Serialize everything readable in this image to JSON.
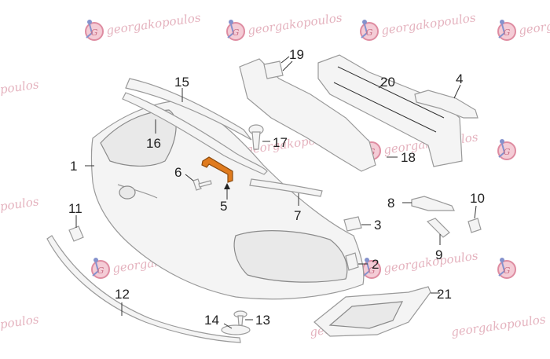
{
  "watermark": {
    "text": "georgakopoulos",
    "logo_text": "GA",
    "colors": {
      "text": "#e0a5b3",
      "logo_ring": "#d97890",
      "logo_fill": "#f3c3cf",
      "figure": "#6f7fc4"
    }
  },
  "colors": {
    "outline": "#9a9a9a",
    "fill": "#f4f4f4",
    "highlight_part": "#e07b1e",
    "label": "#222222"
  },
  "labels": {
    "p1": "1",
    "p2": "2",
    "p3": "3",
    "p4": "4",
    "p5": "5",
    "p6": "6",
    "p7": "7",
    "p8": "8",
    "p9": "9",
    "p10": "10",
    "p11": "11",
    "p12": "12",
    "p13": "13",
    "p14": "14",
    "p15": "15",
    "p16": "16",
    "p17": "17",
    "p18": "18",
    "p19": "19",
    "p20": "20",
    "p21": "21"
  },
  "highlighted_part": "5"
}
